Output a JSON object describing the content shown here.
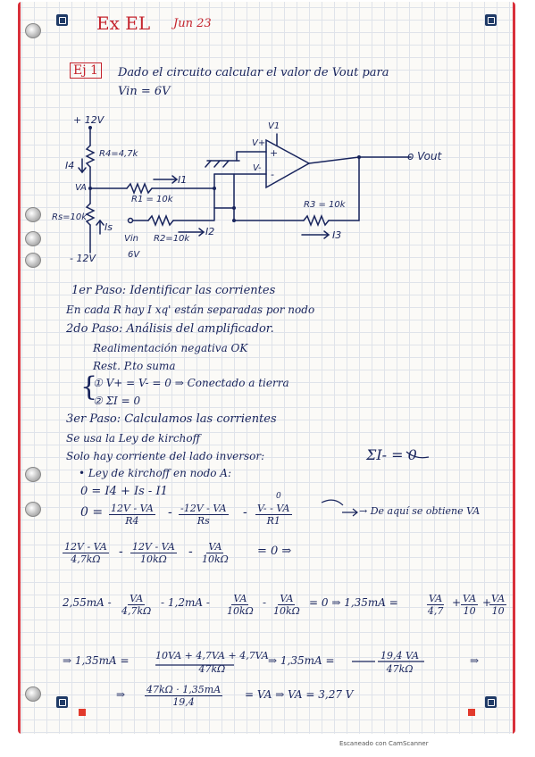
{
  "header": {
    "title_a": "Ex EL",
    "title_b": "Jun 23"
  },
  "problem": {
    "tag": "Ej 1",
    "statement_line1": "Dado el circuito calcular el valor de Vout para",
    "statement_line2": "Vin = 6V"
  },
  "circuit": {
    "plus_supply": "+ 12V",
    "minus_supply": "- 12V",
    "r4": "R4=4,7k",
    "i4": "I4",
    "node_a": "VA",
    "i1": "I1",
    "r1": "R1 = 10k",
    "rs": "Rs=10k",
    "is": "Is",
    "vin": "Vin",
    "vin_val": "6V",
    "r2": "R2=10k",
    "i2": "I2",
    "v1": "V1",
    "vplus": "V+",
    "vminus": "V-",
    "plus_sign": "+",
    "minus_sign": "-",
    "r3": "R3 = 10k",
    "i3": "I3",
    "vout": "o Vout"
  },
  "solution": {
    "step1": "1er Paso: Identificar las corrientes",
    "step1_note": "En cada R hay I xq' están separadas por nodo",
    "step2": "2do Paso: Análisis del amplificador.",
    "step2_a": "Realimentación negativa OK",
    "step2_b": "Rest. P.to suma",
    "step2_c1": "① V+ = V- = 0 ⇒ Conectado a tierra",
    "step2_c2": "② ΣI = 0",
    "step3": "3er Paso: Calculamos las corrientes",
    "step3_a": "Se usa la Ley de kirchoff",
    "step3_b": "Solo hay corriente del lado inversor:",
    "step3_b_eq": "ΣI- = 0",
    "step3_c": "• Ley de kirchoff en nodo A:",
    "step3_d": "0 = I4 + Is - I1",
    "eq1_lead": "0 =",
    "eq1_n1": "12V - VA",
    "eq1_d1": "R4",
    "eq1_m1": "-",
    "eq1_n2": "-12V - VA",
    "eq1_d2": "Rs",
    "eq1_m2": "-",
    "eq1_n3": "V- - VA",
    "eq1_d3": "R1",
    "eq1_zero": "0",
    "eq1_note": "→ De aquí se obtiene VA",
    "eq2_n1": "12V - VA",
    "eq2_d1": "4,7kΩ",
    "eq2_n2": "12V - VA",
    "eq2_d2": "10kΩ",
    "eq2_n3": "VA",
    "eq2_d3": "10kΩ",
    "eq2_tail": "= 0   ⇒",
    "eq3_lead": "2,55mA -",
    "eq3_n1": "VA",
    "eq3_d1": "4,7kΩ",
    "eq3_mid": "- 1,2mA -",
    "eq3_n2": "VA",
    "eq3_d2": "10kΩ",
    "eq3_n3": "VA",
    "eq3_d3": "10kΩ",
    "eq3_tail": "= 0  ⇒ 1,35mA =",
    "eq3_r_n1": "VA",
    "eq3_r_d1": "4,7",
    "eq3_r_n2": "VA",
    "eq3_r_d2": "10",
    "eq3_r_n3": "VA",
    "eq3_r_d3": "10",
    "eq4_lead": "⇒ 1,35mA =",
    "eq4_num": "10VA + 4,7VA + 4,7VA",
    "eq4_den": "47kΩ",
    "eq4_mid": "⇒ 1,35mA =",
    "eq4_num2": "19,4 VA",
    "eq4_den2": "47kΩ",
    "eq4_tail": "⇒",
    "eq5_lead": "⇒",
    "eq5_num": "47kΩ · 1,35mA",
    "eq5_den": "19,4",
    "eq5_tail": "= VA   ⇒  VA = 3,27 V"
  },
  "footer": {
    "scanner": "Escaneado con CamScanner"
  }
}
